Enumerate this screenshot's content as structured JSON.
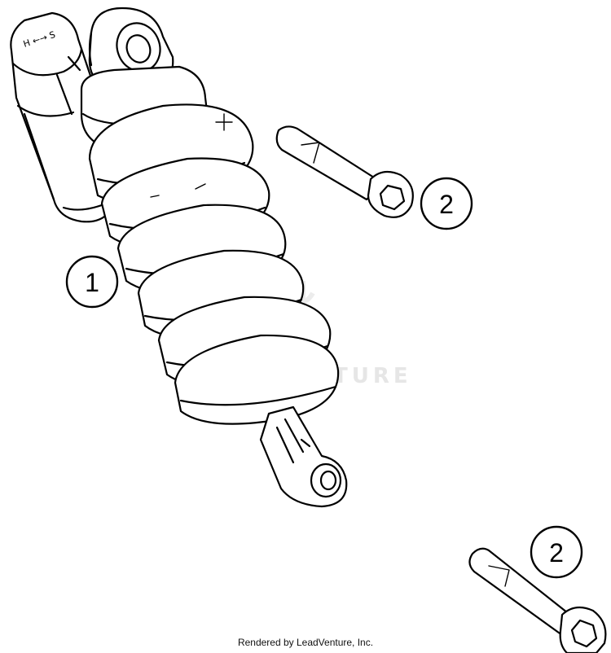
{
  "callouts": [
    {
      "number": "1"
    },
    {
      "number": "2"
    },
    {
      "number": "2"
    }
  ],
  "watermark": "LEADVENTURE",
  "footer": "Rendered by LeadVenture, Inc.",
  "part_marking": "H ←→ S"
}
